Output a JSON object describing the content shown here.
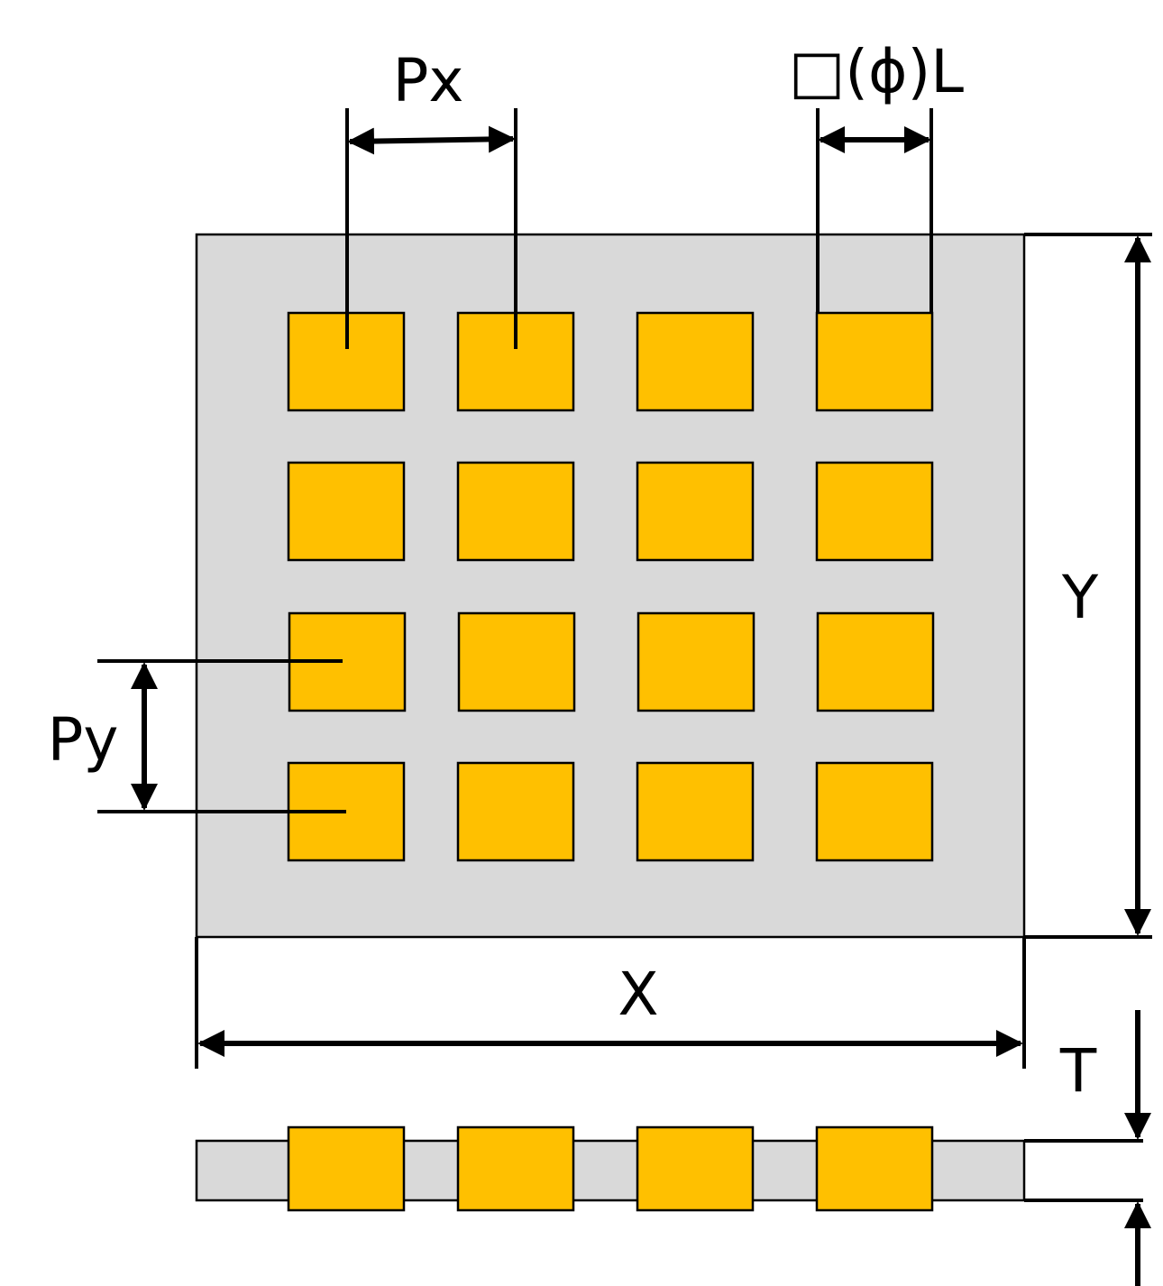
{
  "labels": {
    "px": "Px",
    "py": "Py",
    "l": "□(ϕ)L",
    "x": "X",
    "y": "Y",
    "t": "T"
  },
  "colors": {
    "plate": "#D9D9D9",
    "pad": "#FFC000",
    "line": "#000000"
  },
  "grid": {
    "rows": 4,
    "cols": 4
  }
}
